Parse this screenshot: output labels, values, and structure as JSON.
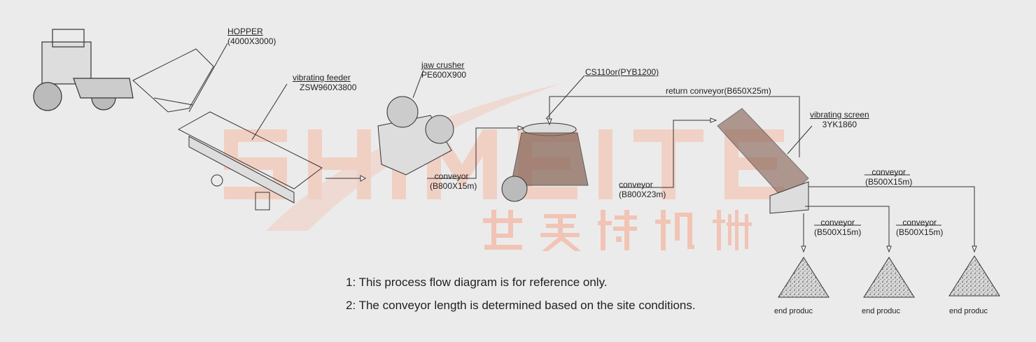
{
  "watermark": {
    "latin": "SHIMEITE",
    "chinese": "世美特机械",
    "color": "#f2c0b0"
  },
  "equipment": {
    "hopper": {
      "name": "HOPPER",
      "model": "(4000X3000)"
    },
    "vibrating_feeder": {
      "name": "vibrating feeder",
      "model": "ZSW960X3800"
    },
    "jaw_crusher": {
      "name": "jaw crusher",
      "model": "PE600X900"
    },
    "cone_crusher": {
      "model": "CS110or(PYB1200)"
    },
    "vibrating_screen": {
      "name": "vibrating screen",
      "model": "3YK1860"
    }
  },
  "conveyors": {
    "c1": {
      "name": "conveyor",
      "spec": "(B800X15m)"
    },
    "c2": {
      "name": "conveyor",
      "spec": "(B800X23m)"
    },
    "return": {
      "label": "return conveyor(B650X25m)"
    },
    "out1": {
      "name": "conveyor",
      "spec": "(B500X15m)"
    },
    "out2": {
      "name": "conveyor",
      "spec": "(B500X15m)"
    },
    "out3": {
      "name": "conveyor",
      "spec": "(B500X15m)"
    }
  },
  "products": [
    "end produc",
    "end produc",
    "end produc"
  ],
  "notes": [
    "1: This process flow diagram is for reference only.",
    "2: The conveyor length is determined based on the site conditions."
  ]
}
